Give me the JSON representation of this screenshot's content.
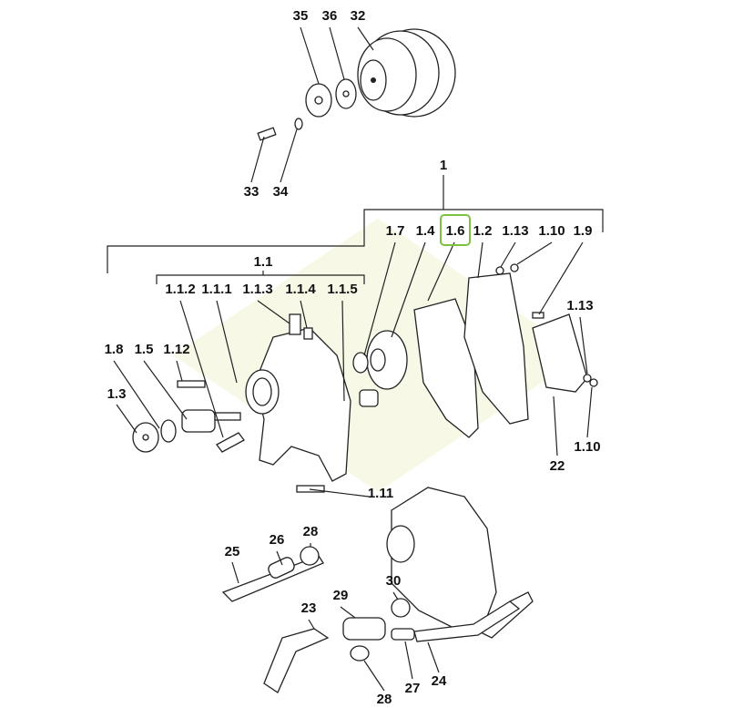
{
  "highlight_color": "#7cc142",
  "highlighted_label": "1.6",
  "labels": {
    "p35": "35",
    "p36": "36",
    "p32": "32",
    "p33": "33",
    "p34": "34",
    "p1": "1",
    "p1_7": "1.7",
    "p1_4": "1.4",
    "p1_6": "1.6",
    "p1_2": "1.2",
    "p1_13a": "1.13",
    "p1_10a": "1.10",
    "p1_9": "1.9",
    "p1_1": "1.1",
    "p1_1_2": "1.1.2",
    "p1_1_1": "1.1.1",
    "p1_1_3": "1.1.3",
    "p1_1_4": "1.1.4",
    "p1_1_5": "1.1.5",
    "p1_8": "1.8",
    "p1_5": "1.5",
    "p1_12": "1.12",
    "p1_3": "1.3",
    "p1_13b": "1.13",
    "p1_10b": "1.10",
    "p22": "22",
    "p1_11": "1.11",
    "p25": "25",
    "p26": "26",
    "p28a": "28",
    "p30": "30",
    "p29": "29",
    "p23": "23",
    "p24": "24",
    "p27": "27",
    "p28b": "28"
  }
}
